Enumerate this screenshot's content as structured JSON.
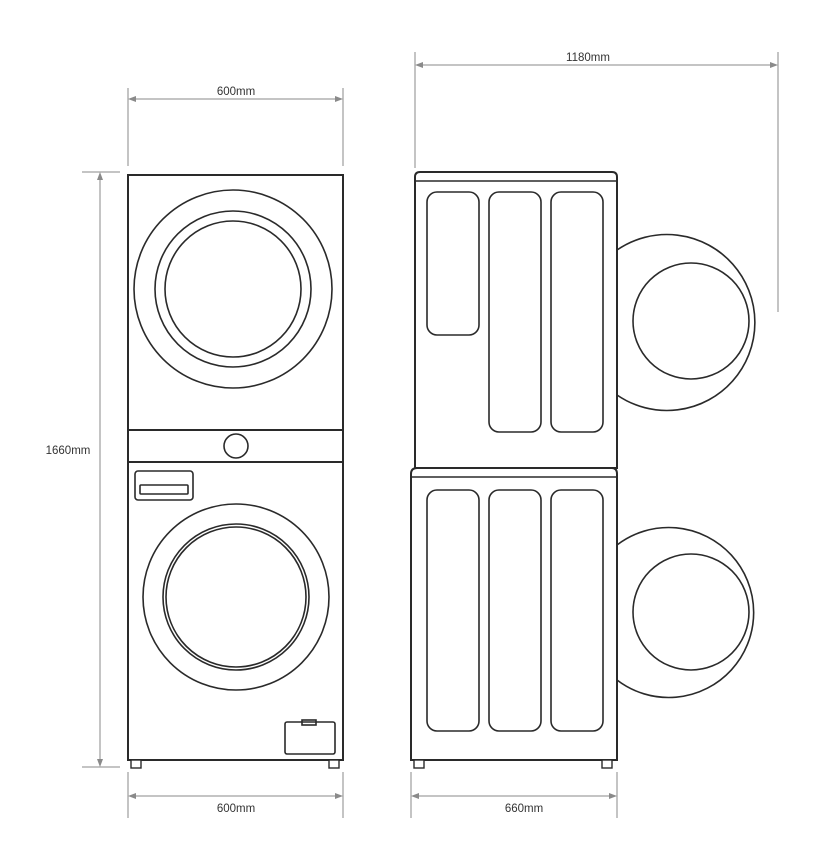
{
  "dimensions": {
    "front_width_top": "600mm",
    "front_width_bottom": "600mm",
    "height": "1660mm",
    "side_depth_total": "1180mm",
    "side_depth_body": "660mm"
  }
}
